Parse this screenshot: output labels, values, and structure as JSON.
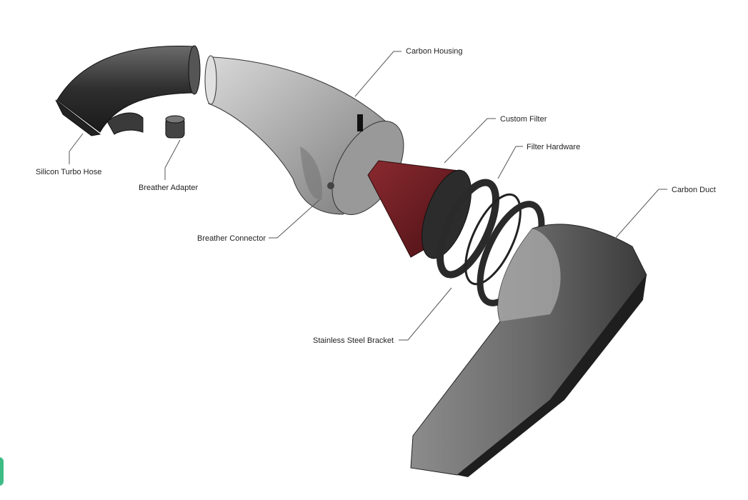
{
  "labels": {
    "carbon_housing": "Carbon Housing",
    "custom_filter": "Custom Filter",
    "filter_hardware": "Filter Hardware",
    "carbon_duct": "Carbon Duct",
    "silicon_turbo_hose": "Silicon Turbo Hose",
    "breather_adapter": "Breather Adapter",
    "breather_connector": "Breather Connector",
    "stainless_steel_bracket": "Stainless Steel Bracket"
  },
  "colors": {
    "filter": "#6e1a1f",
    "housing": "#b9b9b9",
    "carbon": "#3a3a3a",
    "accent_tab": "#3dbb85"
  }
}
